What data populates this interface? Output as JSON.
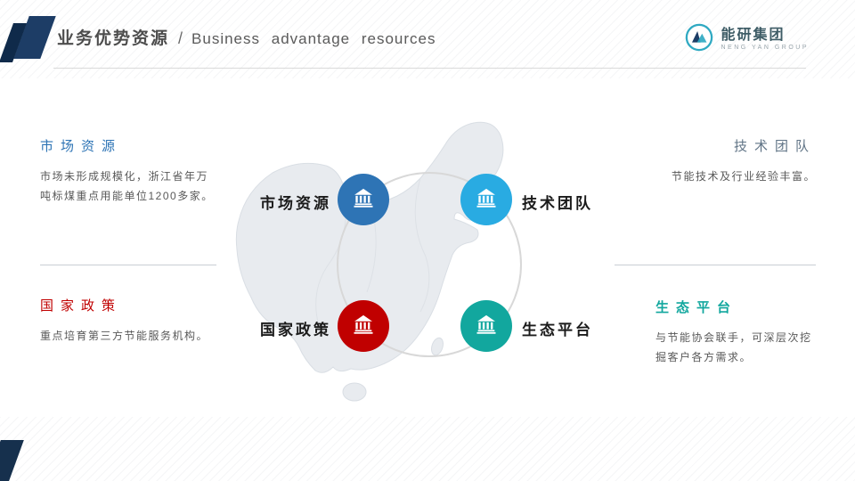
{
  "header": {
    "title_zh": "业务优势资源",
    "separator": "/",
    "title_en": "Business advantage resources"
  },
  "logo": {
    "name_zh": "能研集团",
    "name_en": "NENG YAN GROUP"
  },
  "nodes": {
    "market": {
      "label": "市场资源",
      "color": "#2e74b5",
      "icon": "bank-icon"
    },
    "tech": {
      "label": "技术团队",
      "color": "#29abe2",
      "icon": "bank-icon"
    },
    "policy": {
      "label": "国家政策",
      "color": "#c00000",
      "icon": "bank-icon"
    },
    "eco": {
      "label": "生态平台",
      "color": "#12a79e",
      "icon": "bank-icon"
    }
  },
  "panels": {
    "market": {
      "title": "市场资源",
      "title_color": "#2e74b5",
      "body": "市场未形成规模化，浙江省年万吨标煤重点用能单位1200多家。"
    },
    "tech": {
      "title": "技术团队",
      "title_color": "#5f7385",
      "body": "节能技术及行业经验丰富。"
    },
    "policy": {
      "title": "国家政策",
      "title_color": "#c00000",
      "body": "重点培育第三方节能服务机构。"
    },
    "eco": {
      "title": "生态平台",
      "title_color": "#12a79e",
      "body": "与节能协会联手，可深层次挖掘客户各方需求。"
    }
  },
  "colors": {
    "accent_navy": "#16304d",
    "map_fill": "#e8ebef"
  }
}
